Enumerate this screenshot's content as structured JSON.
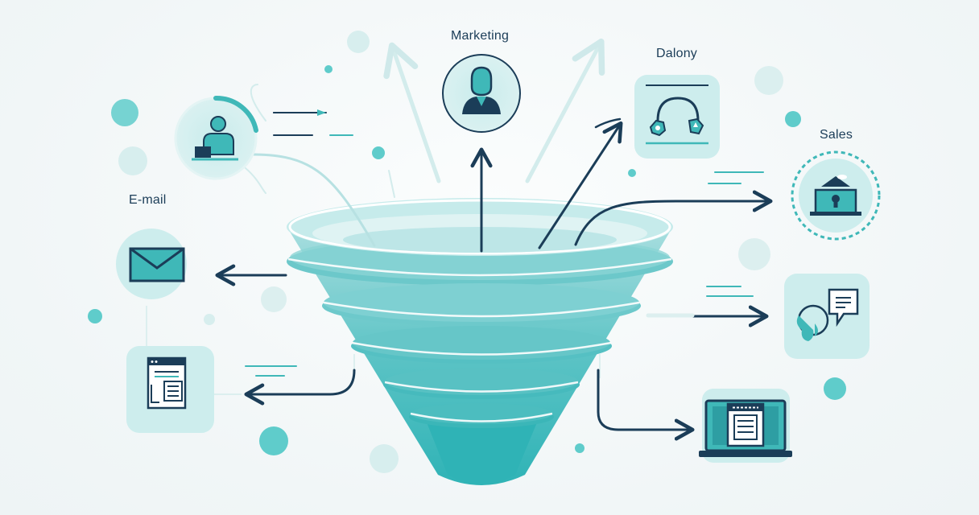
{
  "labels": {
    "marketing": "Marketing",
    "dalony": "Dalony",
    "sales": "Sales",
    "email": "E-mail"
  },
  "colors": {
    "navy": "#1b3d58",
    "teal": "#3fb8b8",
    "teal_light": "#bfe6e6",
    "teal_pale": "#dff2f2",
    "funnel_top": "#9fd9da",
    "funnel_mid": "#5cc3c6",
    "funnel_bottom": "#2fb3b6",
    "splash": "#5fcccb"
  },
  "icons": [
    "person-laptop-icon",
    "person-avatar-icon",
    "headphones-icon",
    "bank-lock-icon",
    "envelope-icon",
    "chat-bubble-icon",
    "document-icon",
    "laptop-document-icon"
  ]
}
